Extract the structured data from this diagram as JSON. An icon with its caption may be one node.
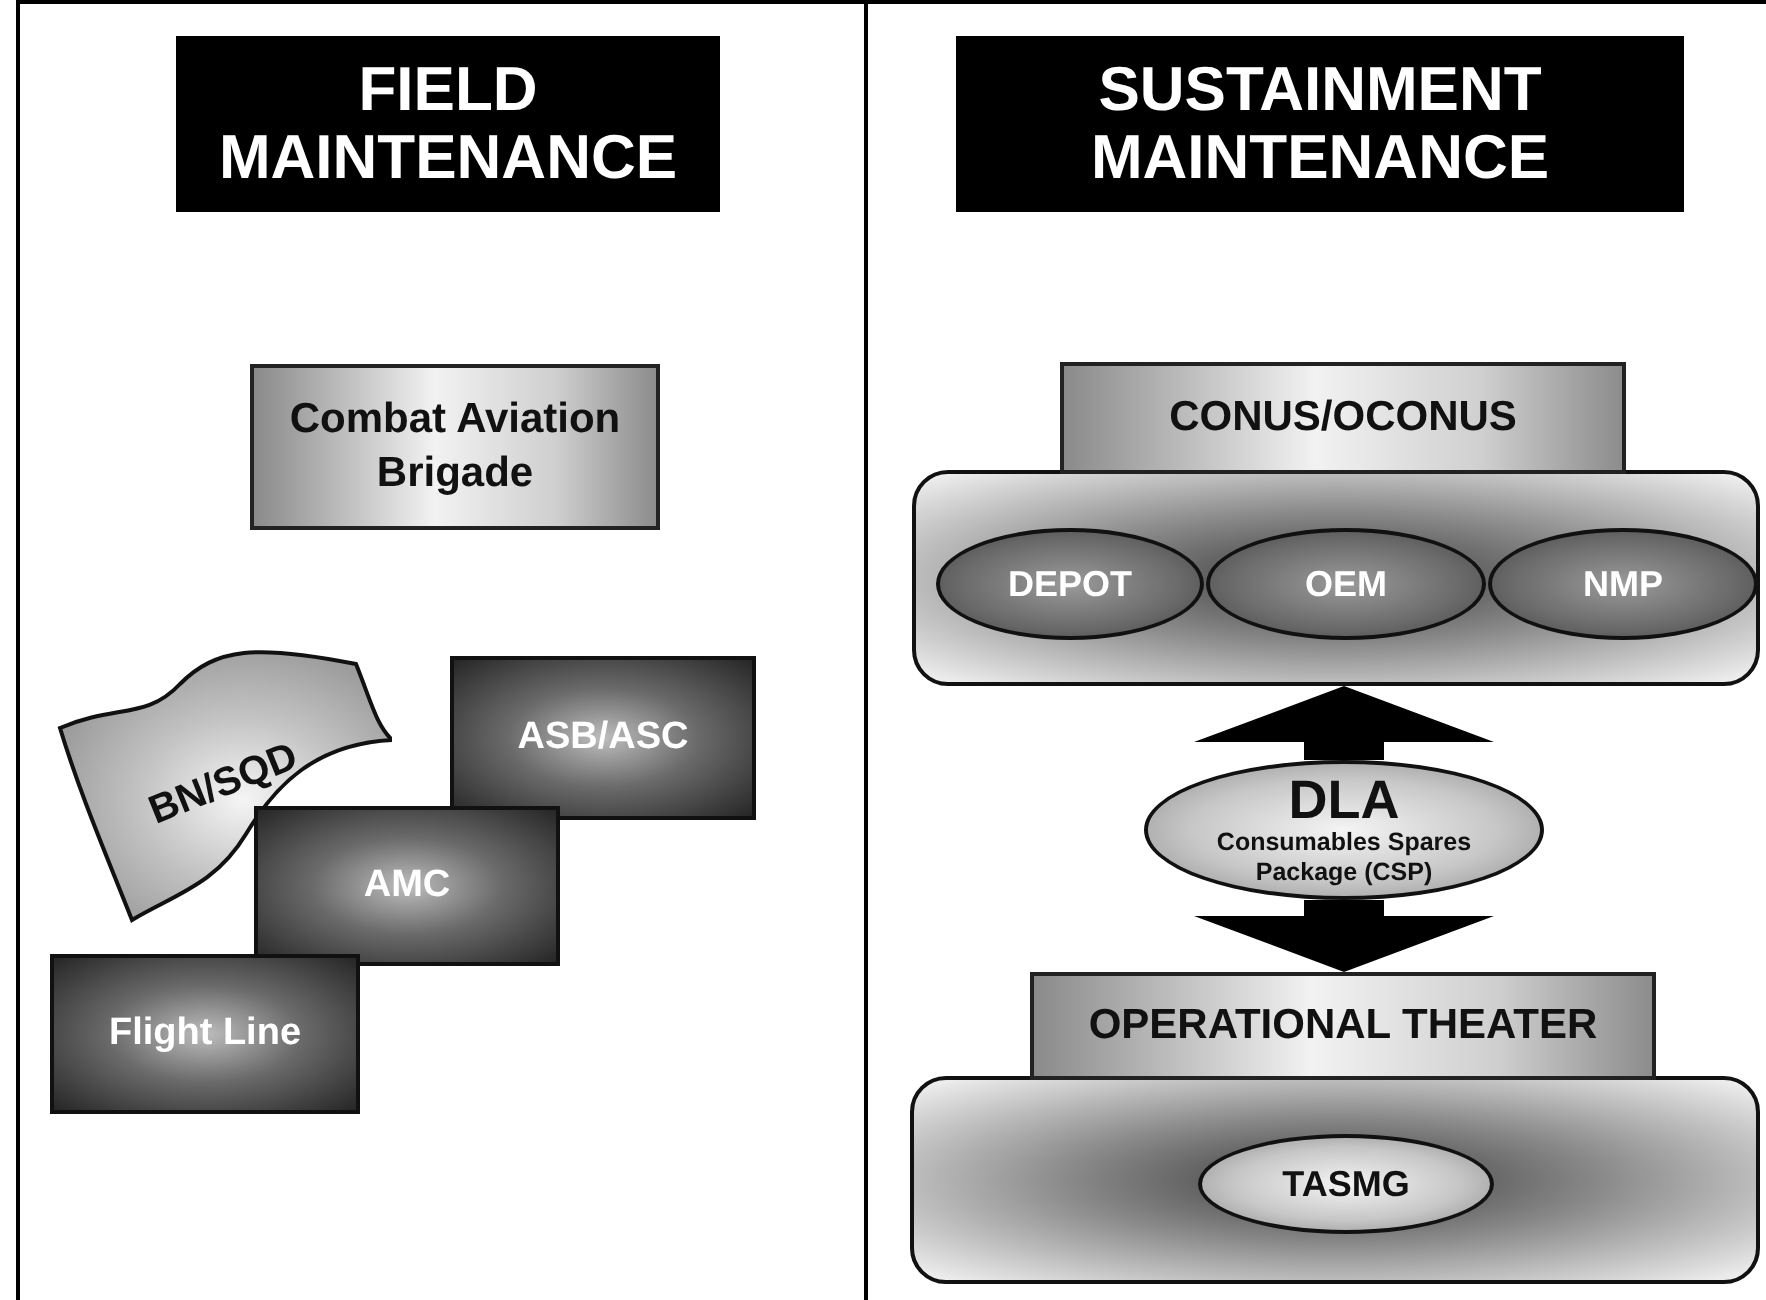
{
  "diagram": {
    "nodes": [
      {
        "text": [
          "FIELD MAINTENANCE"
        ]
      },
      {
        "text": [
          "SUSTAINMENT MAINTENANCE"
        ]
      },
      {
        "text": [
          "Combat Aviation Brigade"
        ]
      },
      {
        "text": [
          "BN/SQD"
        ]
      },
      {
        "text": [
          "ASB/ASC"
        ]
      },
      {
        "text": [
          "AMC"
        ]
      },
      {
        "text": [
          "Flight Line"
        ]
      },
      {
        "text": [
          "CONUS/OCONUS"
        ]
      },
      {
        "text": [],
        "shape": "box"
      },
      {
        "text": [
          "DEPOT"
        ],
        "in": 8
      },
      {
        "text": [
          "OEM"
        ],
        "in": 8
      },
      {
        "text": [
          "NMP"
        ],
        "in": 8
      },
      {
        "text": [
          "DLA",
          "Consumables Spares Package (CSP)"
        ]
      },
      {
        "text": [
          "OPERATIONAL THEATER"
        ]
      },
      {
        "text": [],
        "shape": "box"
      },
      {
        "text": [
          "TASMG"
        ],
        "in": 14
      }
    ],
    "edges": [
      {
        "from": 12,
        "to": 8,
        "arrow": "to"
      },
      {
        "from": 12,
        "to": 13,
        "arrow": "to"
      }
    ]
  }
}
